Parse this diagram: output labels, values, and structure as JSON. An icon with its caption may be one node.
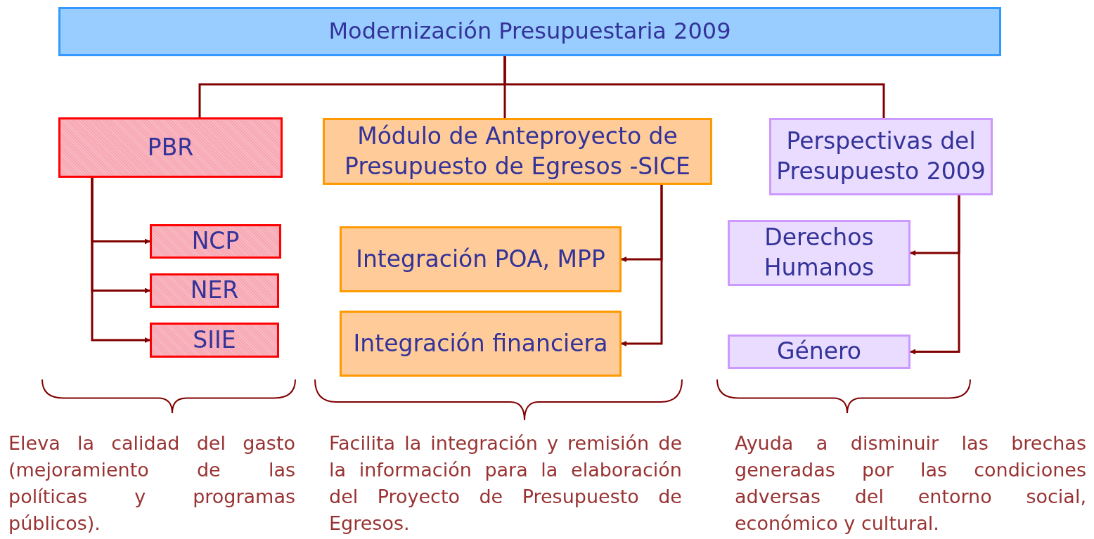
{
  "diagram": {
    "nodes": [
      {
        "text": [
          "Modernización Presupuestaria 2009"
        ]
      },
      {
        "text": [
          "PBR"
        ]
      },
      {
        "text": [
          "NCP"
        ]
      },
      {
        "text": [
          "NER"
        ]
      },
      {
        "text": [
          "SIIE"
        ]
      },
      {
        "text": [
          "Módulo de Anteproyecto de Presupuesto de Egresos -SICE"
        ]
      },
      {
        "text": [
          "Integración POA, MPP"
        ]
      },
      {
        "text": [
          "Integración financiera"
        ]
      },
      {
        "text": [
          "Perspectivas del Presupuesto 2009"
        ]
      },
      {
        "text": [
          "Derechos Humanos"
        ]
      },
      {
        "text": [
          "Género"
        ]
      }
    ],
    "edges": [
      {
        "from": 0,
        "to": 1,
        "arrow": "none"
      },
      {
        "from": 0,
        "to": 5,
        "arrow": "none"
      },
      {
        "from": 0,
        "to": 8,
        "arrow": "none"
      },
      {
        "from": 1,
        "to": 2,
        "arrow": "to"
      },
      {
        "from": 1,
        "to": 3,
        "arrow": "to"
      },
      {
        "from": 1,
        "to": 4,
        "arrow": "to"
      },
      {
        "from": 5,
        "to": 6,
        "arrow": "to"
      },
      {
        "from": 5,
        "to": 7,
        "arrow": "to"
      },
      {
        "from": 8,
        "to": 9,
        "arrow": "to"
      },
      {
        "from": 8,
        "to": 10,
        "arrow": "to"
      }
    ],
    "labels": [
      "Eleva la calidad del gasto (mejoramiento de las políticas y programas públicos).",
      "Facilita la integración y remisión de la información para la elaboración del Proyecto de Presupuesto de Egresos.",
      "Ayuda a disminuir las brechas generadas por las condiciones adversas del entorno social, económico y cultural."
    ]
  }
}
